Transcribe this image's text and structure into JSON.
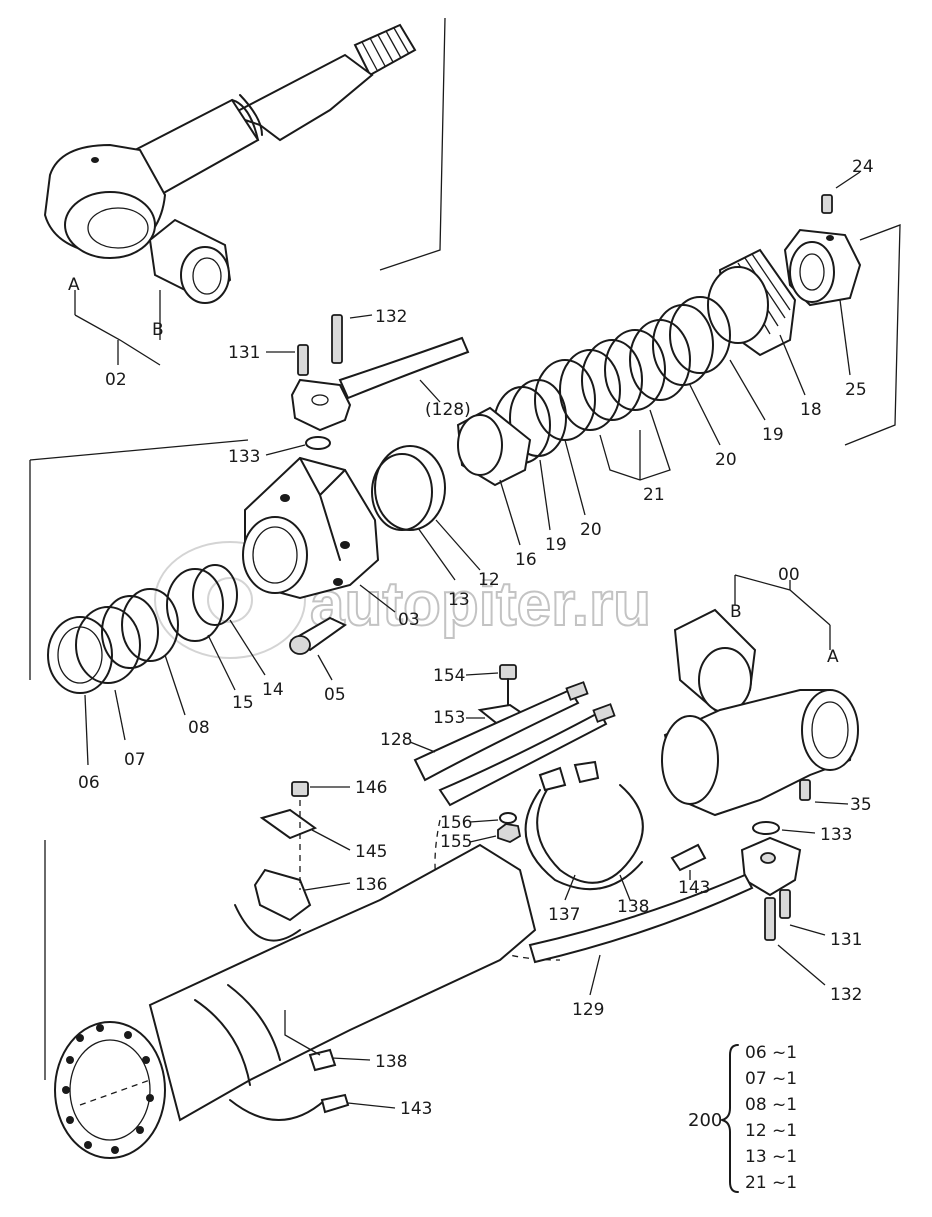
{
  "watermark": {
    "text": "autopiter.ru"
  },
  "labels": {
    "p02": "02",
    "pA_top": "A",
    "pB_top": "B",
    "p24": "24",
    "p25": "25",
    "p18": "18",
    "p19a": "19",
    "p20a": "20",
    "p21": "21",
    "p20b": "20",
    "p19b": "19",
    "p16": "16",
    "p12": "12",
    "p13": "13",
    "p03": "03",
    "p05": "05",
    "p14": "14",
    "p15": "15",
    "p08": "08",
    "p07": "07",
    "p06": "06",
    "p131a": "131",
    "p132a": "132",
    "p128a": "(128)",
    "p133a": "133",
    "p00": "00",
    "pB_bot": "B",
    "pA_bot": "A",
    "p154": "154",
    "p153": "153",
    "p128b": "128",
    "p156": "156",
    "p155": "155",
    "p146": "146",
    "p145": "145",
    "p136": "136",
    "p137": "137",
    "p138a": "138",
    "p143a": "143",
    "p35": "35",
    "p133b": "133",
    "p131b": "131",
    "p132b": "132",
    "p129": "129",
    "p138b": "138",
    "p143b": "143"
  },
  "kit": {
    "number": "200",
    "items": [
      "06 ~1",
      "07 ~1",
      "08 ~1",
      "12 ~1",
      "13 ~1",
      "21 ~1"
    ]
  }
}
